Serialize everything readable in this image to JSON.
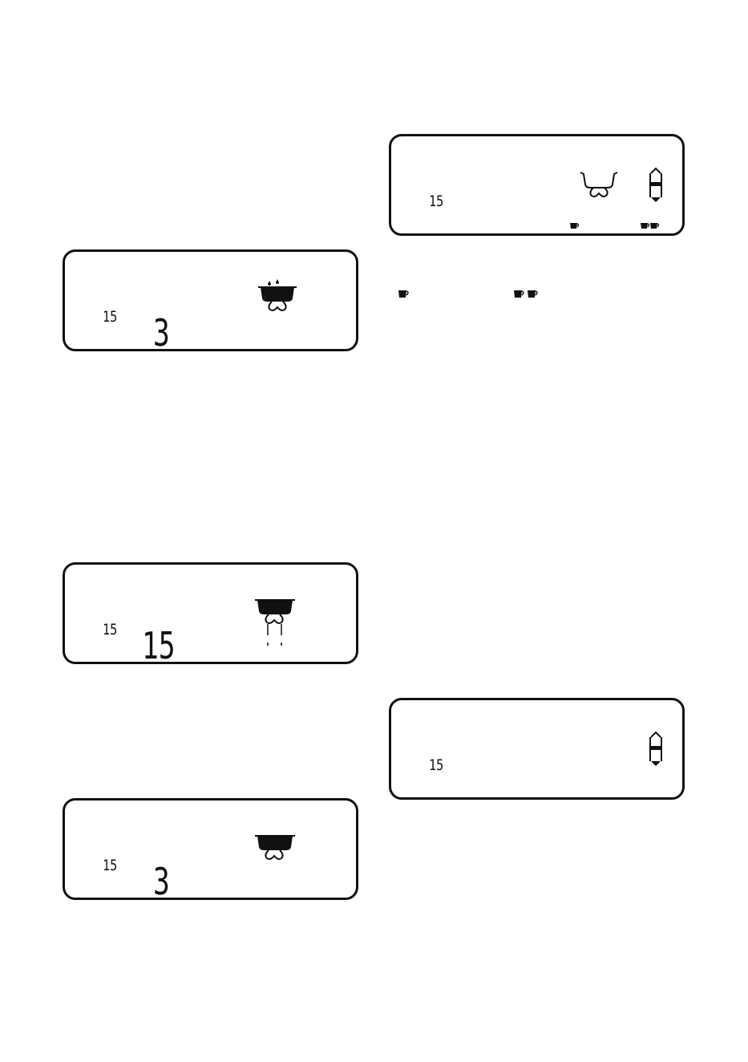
{
  "displays": [
    {
      "id": "lcd1",
      "small_number": "15",
      "large_number": "3",
      "cup_icon": "cup-with-drops-icon"
    },
    {
      "id": "lcd2",
      "small_number": "15",
      "large_number": "15",
      "cup_icon": "cup-dispensing-icon"
    },
    {
      "id": "lcd3",
      "small_number": "15",
      "large_number": "3",
      "cup_icon": "cup-filled-icon"
    },
    {
      "id": "lcd4",
      "small_number": "15",
      "cup_icon": "cup-empty-icon",
      "selector_icon": "up-down-selector-icon",
      "bottom_icons": [
        "single-cup-icon",
        "double-cup-icon"
      ]
    },
    {
      "id": "lcd5",
      "small_number": "15",
      "selector_icon": "up-down-selector-icon"
    }
  ],
  "legend_icons": [
    "single-cup-icon",
    "double-cup-icon"
  ],
  "colors": {
    "ink": "#111111",
    "background": "#ffffff"
  }
}
